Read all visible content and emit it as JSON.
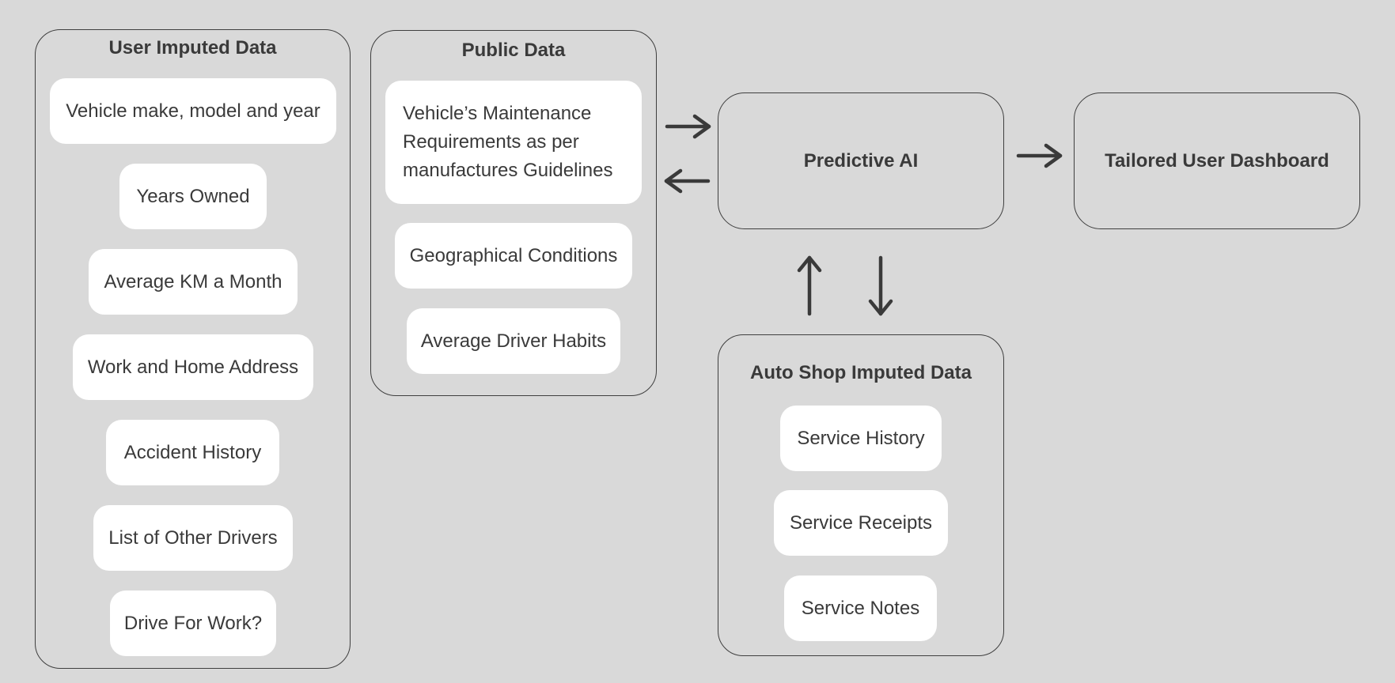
{
  "user_group": {
    "title": "User Imputed Data",
    "items": [
      "Vehicle make, model and year",
      "Years Owned",
      "Average KM a Month",
      "Work and Home Address",
      "Accident History",
      "List of Other Drivers",
      "Drive For Work?"
    ]
  },
  "public_group": {
    "title": "Public Data",
    "items": [
      "Vehicle’s Maintenance Requirements as per manufactures Guidelines",
      "Geographical Conditions",
      "Average Driver Habits"
    ]
  },
  "predictive_node": {
    "title": "Predictive AI"
  },
  "dashboard_node": {
    "title": "Tailored User Dashboard"
  },
  "autoshop_group": {
    "title": "Auto Shop Imputed Data",
    "items": [
      "Service History",
      "Service Receipts",
      "Service Notes"
    ]
  },
  "colors": {
    "background": "#d9d9d9",
    "stroke": "#3f3f3f",
    "pill": "#ffffff",
    "text": "#3a3a3a"
  }
}
